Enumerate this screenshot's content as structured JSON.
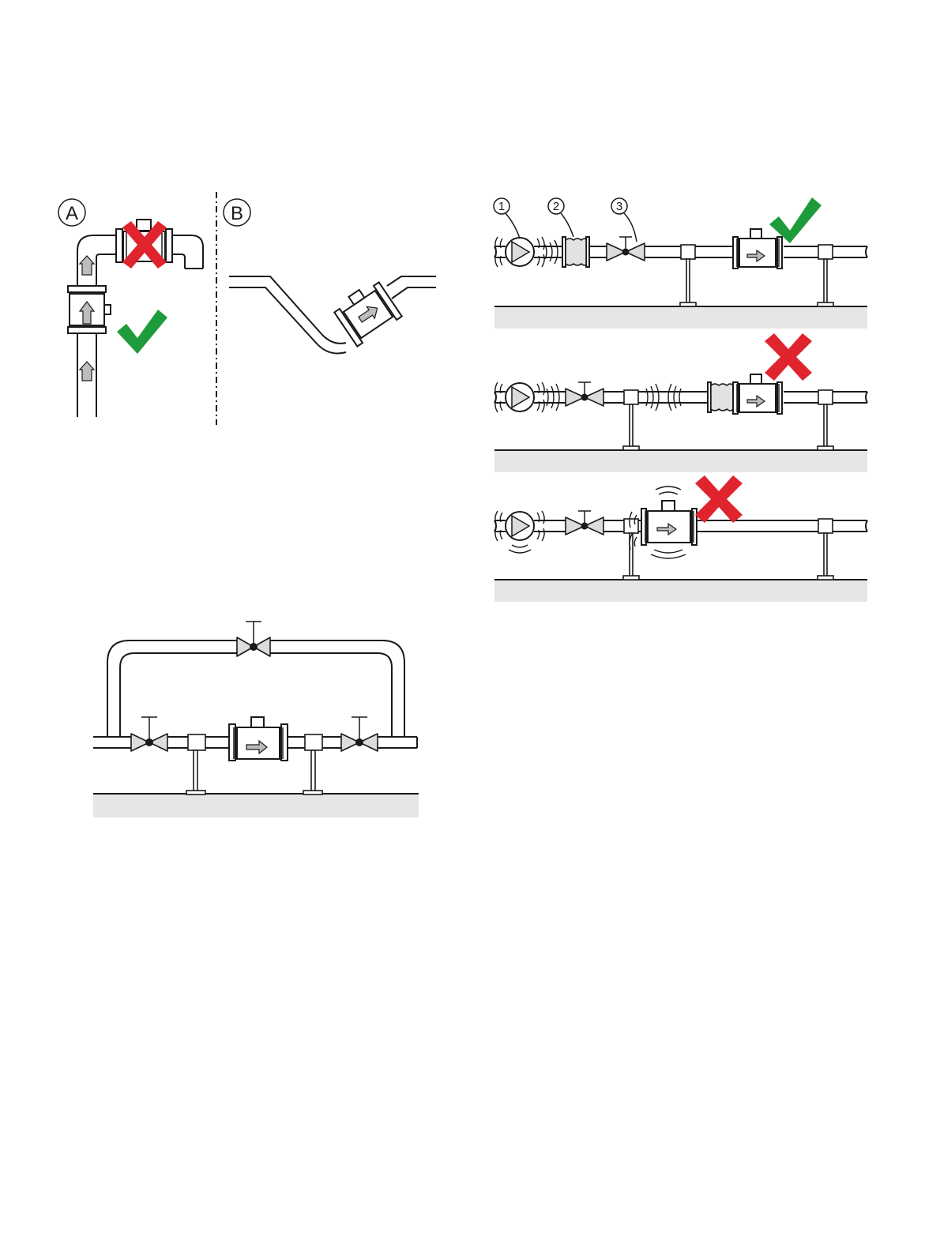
{
  "labels": {
    "panel_a": "A",
    "panel_b": "B"
  },
  "callouts": {
    "pump": "1",
    "compensator": "2",
    "valve": "3"
  },
  "colors": {
    "correct": "#1e9b3a",
    "incorrect": "#e0242e",
    "ground": "#e6e6e6",
    "valve_fill": "#dcdcdc"
  },
  "indicators": {
    "vertical_upflow_meter": "check",
    "top_of_pipe_meter": "cross",
    "rig1": "check",
    "rig2": "cross",
    "rig3": "cross"
  }
}
